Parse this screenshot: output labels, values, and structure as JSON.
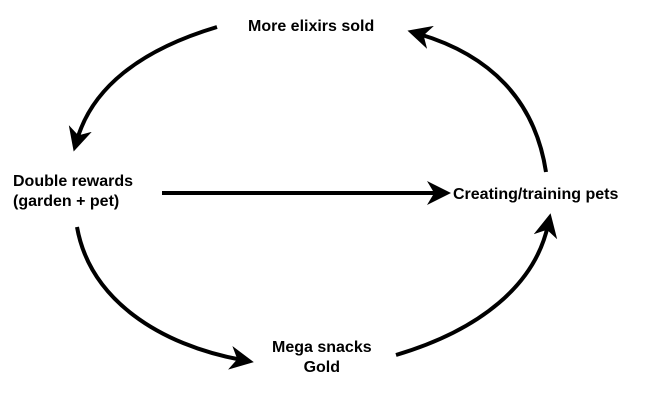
{
  "diagram": {
    "nodes": {
      "top": {
        "lines": [
          "More elixirs sold"
        ]
      },
      "left": {
        "lines": [
          "Double rewards",
          "(garden + pet)"
        ]
      },
      "right": {
        "lines": [
          "Creating/training pets"
        ]
      },
      "bottom": {
        "lines": [
          "Mega snacks",
          "Gold"
        ]
      }
    },
    "edges": [
      {
        "from": "top",
        "to": "left"
      },
      {
        "from": "left",
        "to": "right"
      },
      {
        "from": "left",
        "to": "bottom"
      },
      {
        "from": "bottom",
        "to": "right"
      },
      {
        "from": "right",
        "to": "top"
      }
    ],
    "stroke_color": "#000000"
  }
}
